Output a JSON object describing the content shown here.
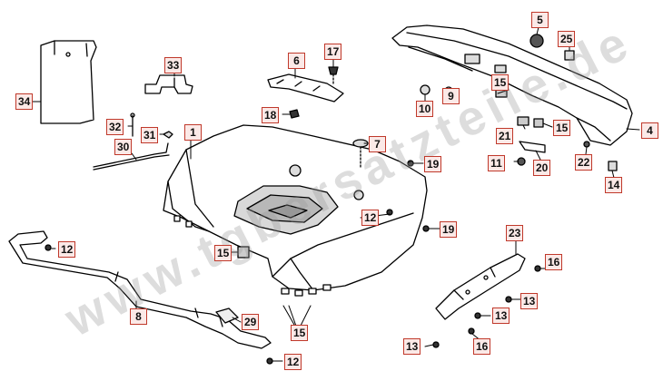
{
  "watermark": "www.tgbersatzteile.de",
  "colors": {
    "callout_border": "#c0392b",
    "callout_fill": "#fbe9e7",
    "line": "#000000",
    "part_shade": "#d8d8d8"
  },
  "callouts": {
    "c1": "1",
    "c4": "4",
    "c5": "5",
    "c6": "6",
    "c7": "7",
    "c8": "8",
    "c9": "9",
    "c10": "10",
    "c11": "11",
    "c12a": "12",
    "c12b": "12",
    "c12c": "12",
    "c13a": "13",
    "c13b": "13",
    "c13c": "13",
    "c14": "14",
    "c15a": "15",
    "c15b": "15",
    "c15c": "15",
    "c15d": "15",
    "c16a": "16",
    "c16b": "16",
    "c17": "17",
    "c18": "18",
    "c19a": "19",
    "c19b": "19",
    "c20": "20",
    "c21": "21",
    "c22": "22",
    "c23": "23",
    "c25": "25",
    "c29": "29",
    "c30": "30",
    "c31": "31",
    "c32": "32",
    "c33": "33",
    "c34": "34"
  }
}
